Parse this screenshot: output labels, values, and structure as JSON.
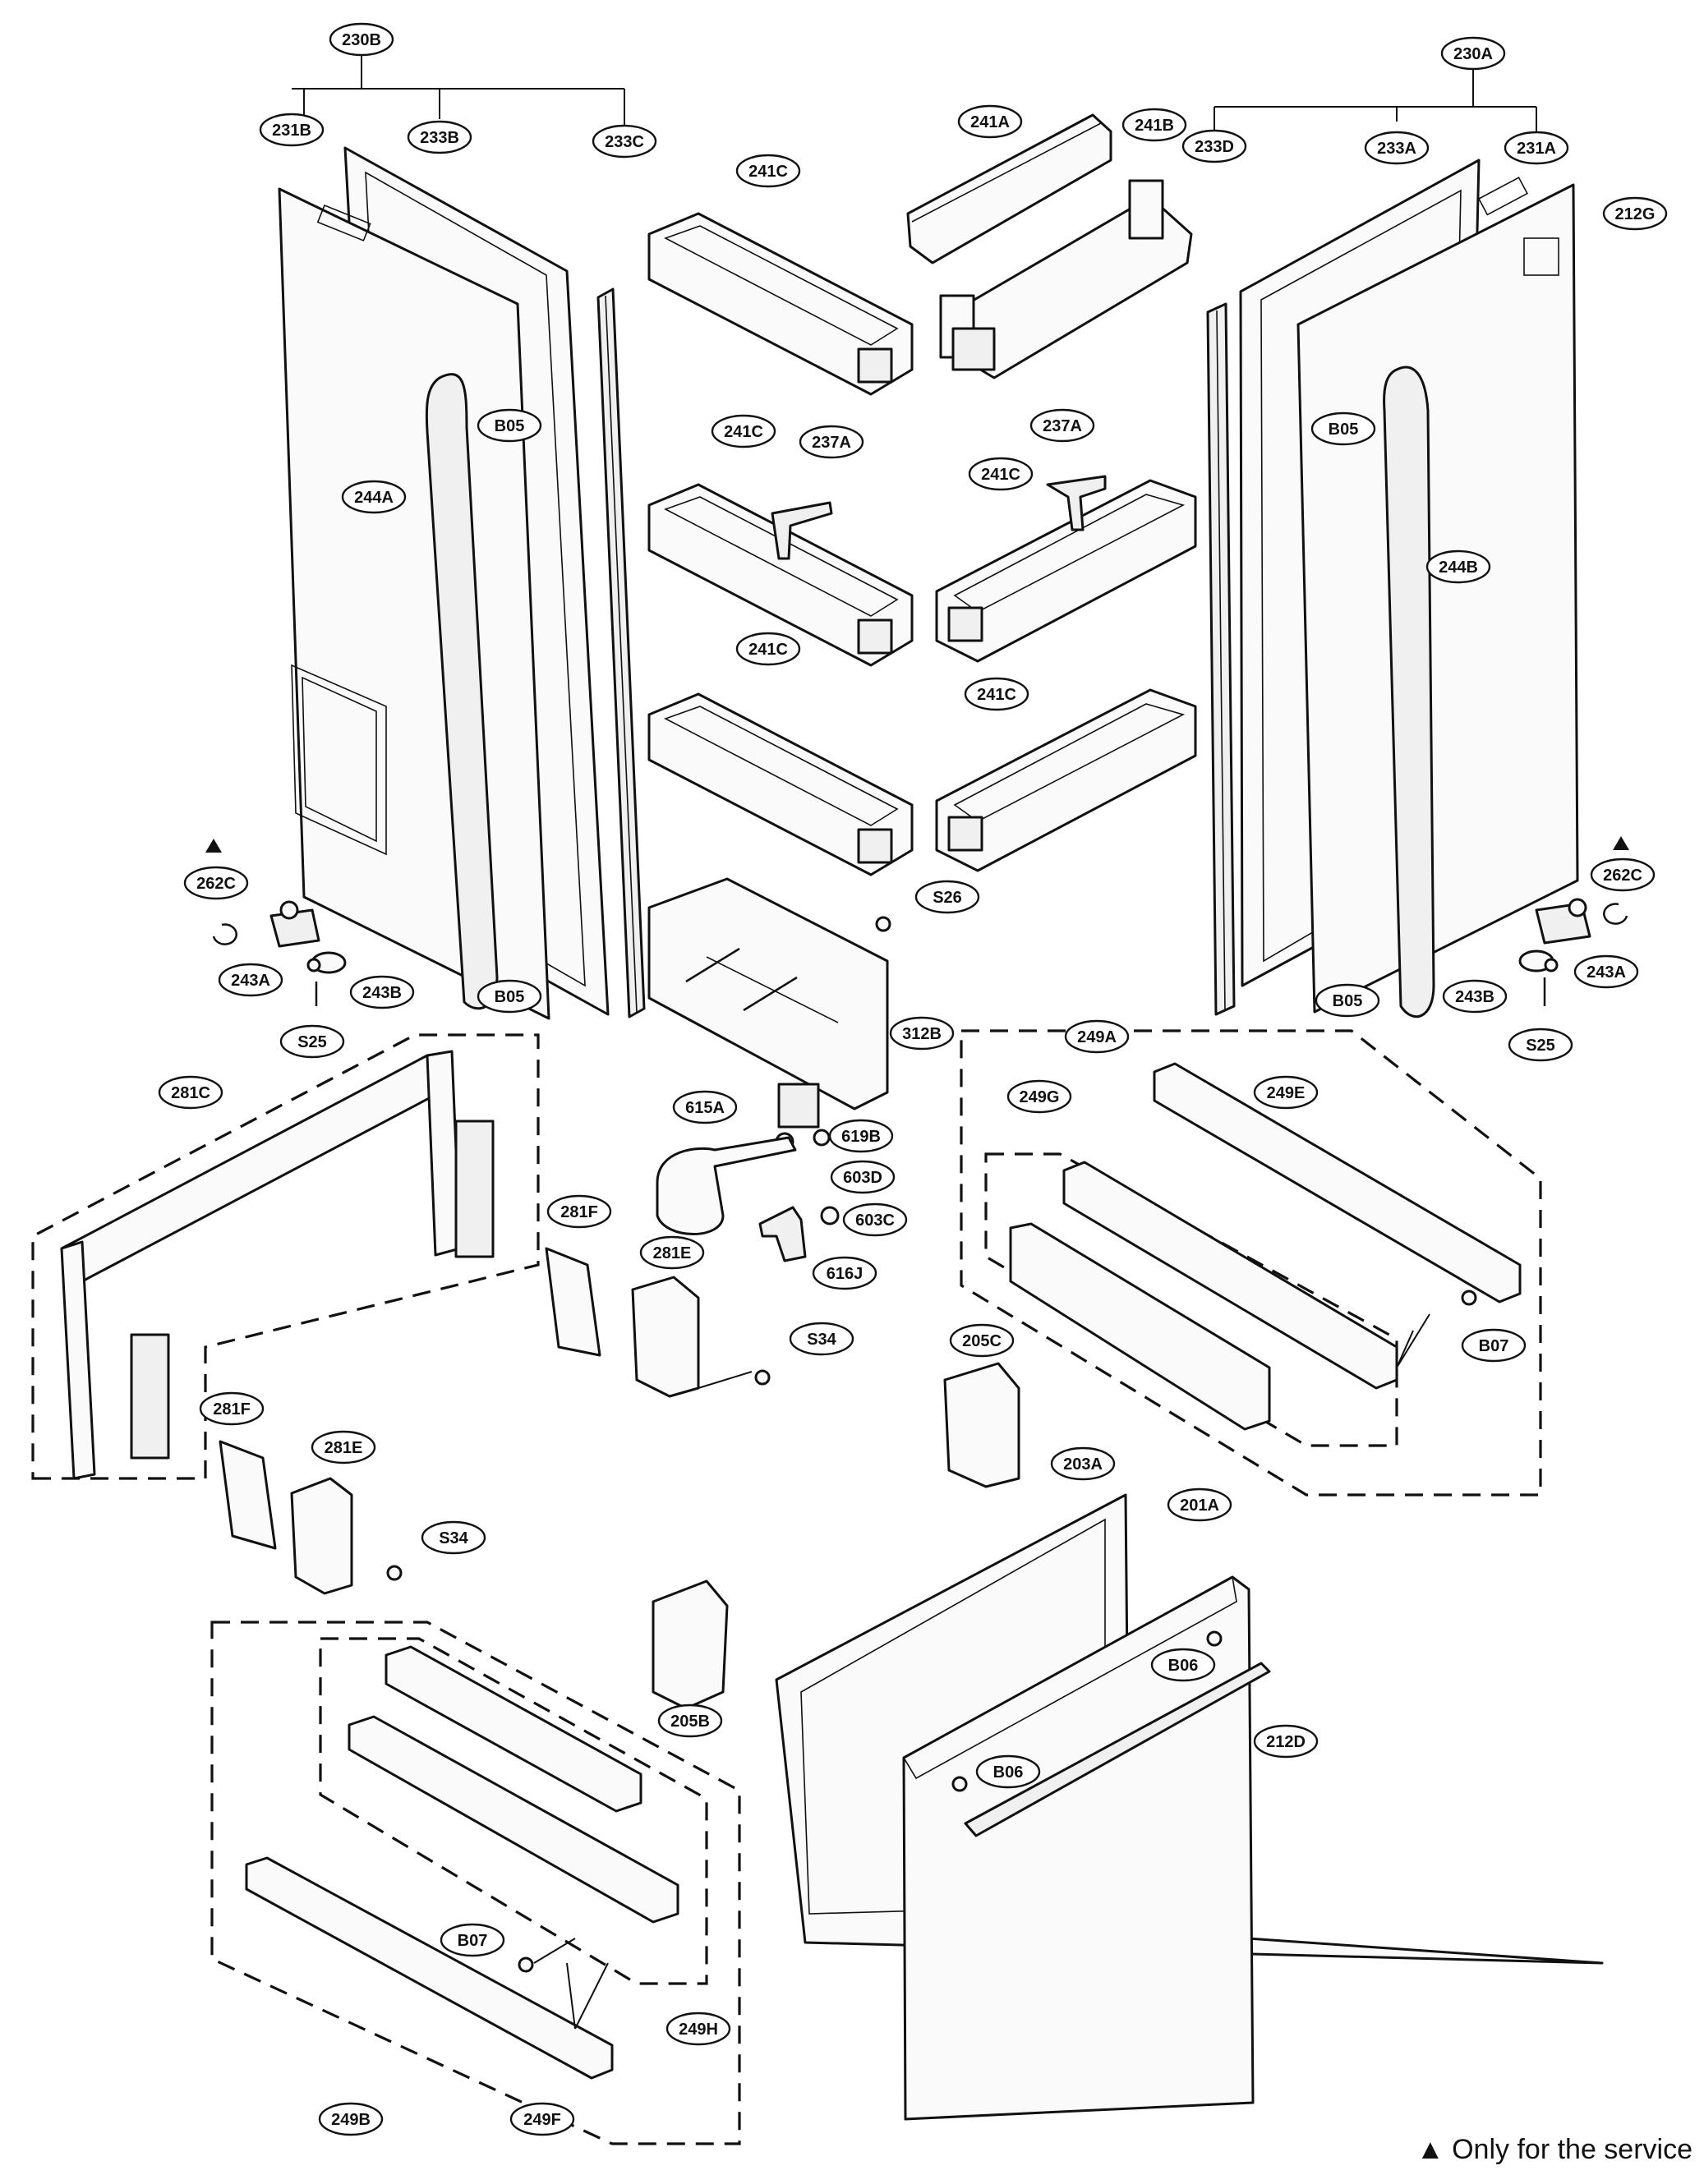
{
  "labels": {
    "p230B": "230B",
    "p230A": "230A",
    "p231B": "231B",
    "p233B": "233B",
    "p233C": "233C",
    "p231A": "231A",
    "p233A": "233A",
    "p233D": "233D",
    "p212G": "212G",
    "p241A": "241A",
    "p241B": "241B",
    "p241C_1": "241C",
    "p241C_2": "241C",
    "p241C_3": "241C",
    "p241C_4": "241C",
    "p241C_5": "241C",
    "p237A_1": "237A",
    "p237A_2": "237A",
    "pB05_1": "B05",
    "pB05_2": "B05",
    "pB05_3": "B05",
    "pB05_4": "B05",
    "p244A": "244A",
    "p244B": "244B",
    "p262C_L": "262C",
    "p262C_R": "262C",
    "p243A_L": "243A",
    "p243B_L": "243B",
    "p243A_R": "243A",
    "p243B_R": "243B",
    "pS25_L": "S25",
    "pS25_R": "S25",
    "pS26": "S26",
    "p312B": "312B",
    "p615A": "615A",
    "p619B": "619B",
    "p603D": "603D",
    "p603C": "603C",
    "p616J": "616J",
    "p281C": "281C",
    "p281F_1": "281F",
    "p281E_1": "281E",
    "pS34_1": "S34",
    "p281F_2": "281F",
    "p281E_2": "281E",
    "pS34_2": "S34",
    "p249A": "249A",
    "p249G": "249G",
    "p249E": "249E",
    "pB07_1": "B07",
    "p205C": "205C",
    "p205B": "205B",
    "p203A": "203A",
    "p201A": "201A",
    "pB06_1": "B06",
    "pB06_2": "B06",
    "p212D": "212D",
    "pB07_2": "B07",
    "p249H": "249H",
    "p249B": "249B",
    "p249F": "249F"
  },
  "service_note": "Only for the service",
  "service_marker": "▲"
}
